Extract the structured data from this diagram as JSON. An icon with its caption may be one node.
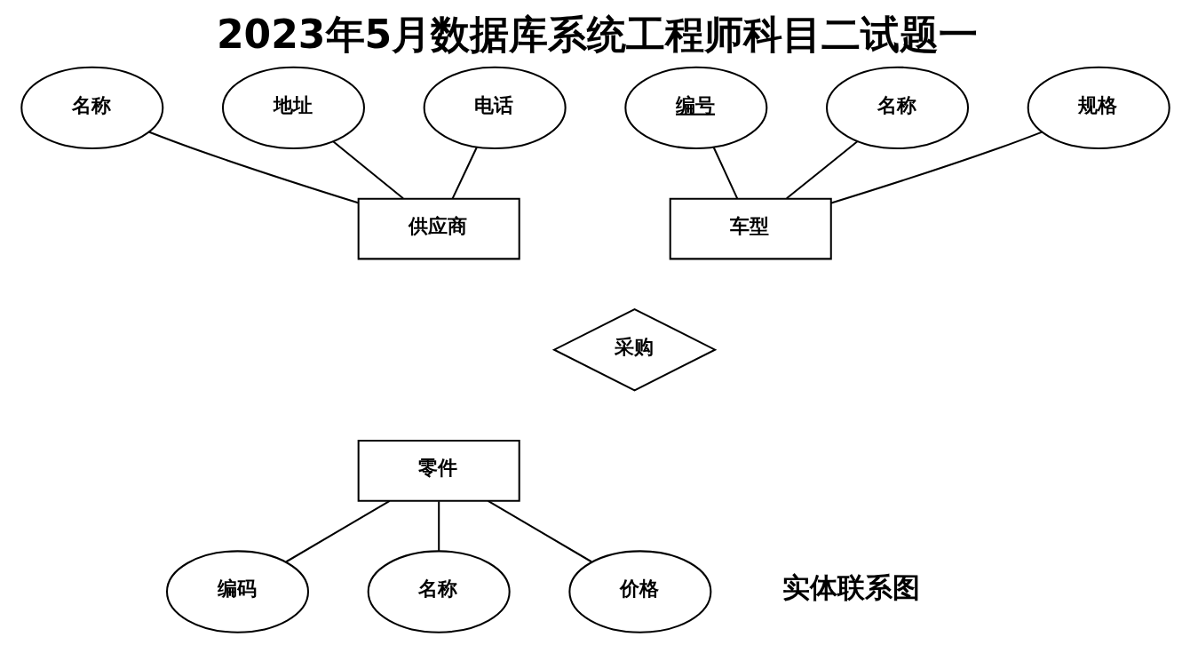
{
  "diagram": {
    "title": "2023年5月数据库系统工程师科目二试题一",
    "nodes": [
      {
        "text": [
          "名称"
        ]
      },
      {
        "text": [
          "地址"
        ]
      },
      {
        "text": [
          "电话"
        ]
      },
      {
        "text": [
          "编号"
        ]
      },
      {
        "text": [
          "名称"
        ]
      },
      {
        "text": [
          "规格"
        ]
      },
      {
        "text": [
          "供应商"
        ]
      },
      {
        "text": [
          "车型"
        ]
      },
      {
        "text": [
          "采购"
        ]
      },
      {
        "text": [
          "零件"
        ]
      },
      {
        "text": [
          "编码"
        ]
      },
      {
        "text": [
          "名称"
        ]
      },
      {
        "text": [
          "价格"
        ]
      }
    ],
    "edges": [
      {
        "from": 0,
        "to": 6,
        "arrow": "none"
      },
      {
        "from": 1,
        "to": 6,
        "arrow": "none"
      },
      {
        "from": 2,
        "to": 6,
        "arrow": "none"
      },
      {
        "from": 3,
        "to": 7,
        "arrow": "none"
      },
      {
        "from": 4,
        "to": 7,
        "arrow": "none"
      },
      {
        "from": 5,
        "to": 7,
        "arrow": "none"
      },
      {
        "from": 9,
        "to": 10,
        "arrow": "none"
      },
      {
        "from": 9,
        "to": 11,
        "arrow": "none"
      },
      {
        "from": 9,
        "to": 12,
        "arrow": "none"
      }
    ],
    "labels": [
      "实体联系图"
    ]
  }
}
